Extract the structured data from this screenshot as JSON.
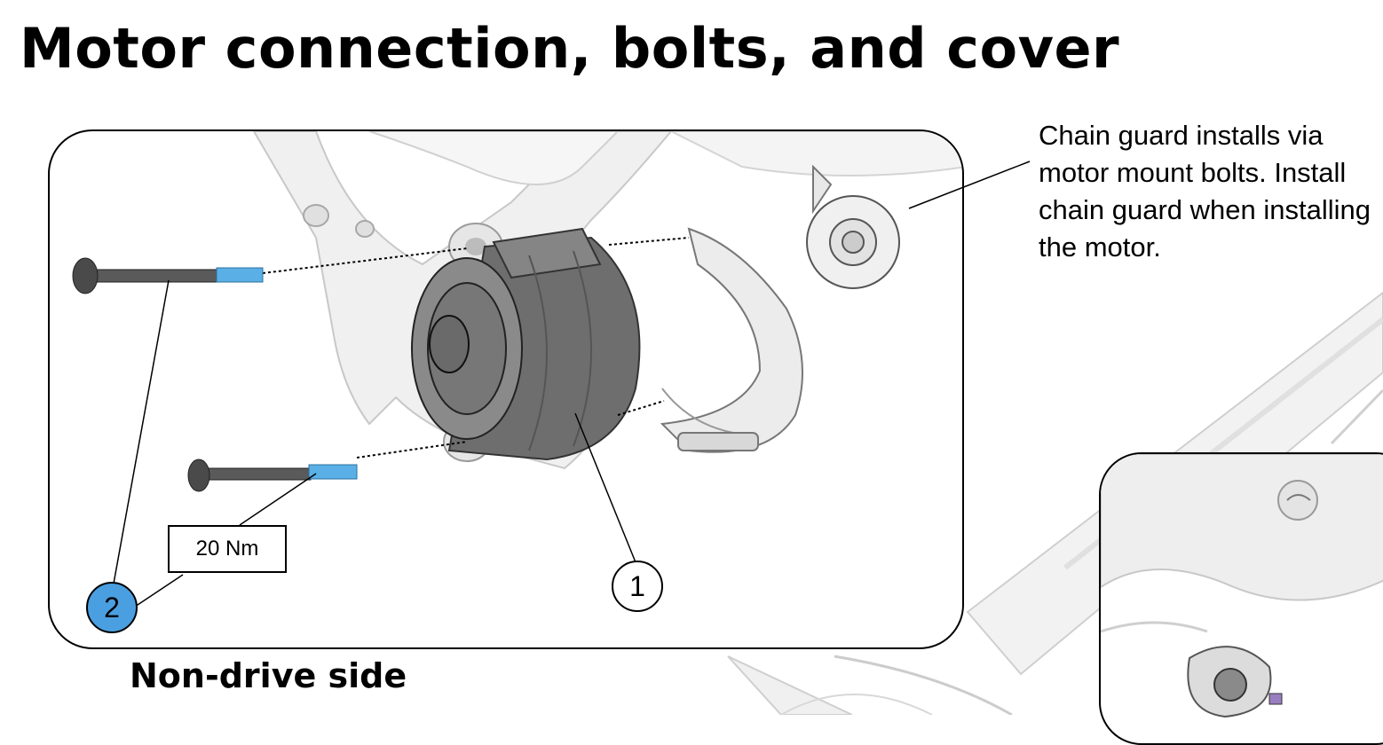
{
  "page": {
    "title": "Motor connection, bolts, and cover",
    "side_label": "Non-drive side"
  },
  "note": {
    "text": "Chain guard installs via motor mount bolts. Install chain guard when installing the motor."
  },
  "callouts": {
    "motor": "1",
    "bolts": "2",
    "torque": "20 Nm"
  },
  "colors": {
    "callout_accent": "#4a9fe0",
    "bolt_thread": "#5ab0e6",
    "bolt_body": "#5a5a5a",
    "motor_body": "#6e6e6e",
    "frame": "#efefef",
    "frame_edge": "#c4c4c4"
  }
}
